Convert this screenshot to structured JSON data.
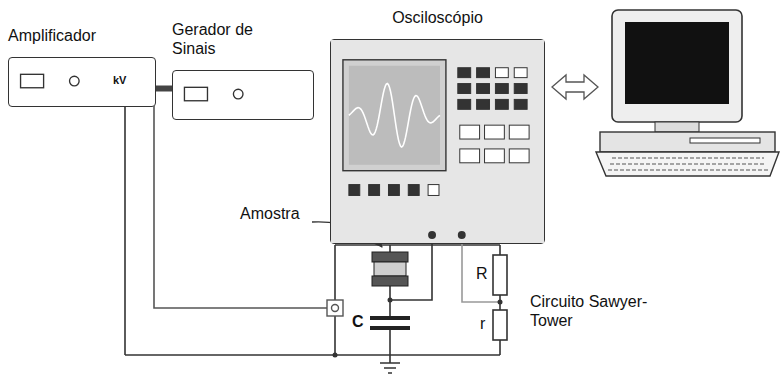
{
  "diagram": {
    "nodes": [
      {
        "text": [
          "Amplificador",
          "kV"
        ]
      },
      {
        "text": [
          "Gerador de Sinais"
        ]
      },
      {
        "text": [
          "Osciloscópio"
        ]
      }
    ],
    "edges": [
      {
        "from": 0,
        "to": 1,
        "arrow": "none"
      }
    ],
    "labels": [
      "Amostra",
      "Circuito Sawyer-Tower",
      "R",
      "r",
      "C"
    ]
  }
}
